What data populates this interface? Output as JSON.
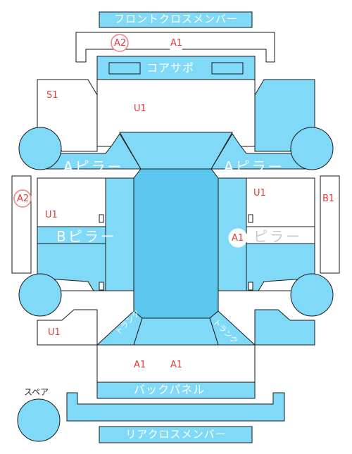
{
  "colors": {
    "panel_fill": "#7fd9f7",
    "panel_dark": "#5cc7ee",
    "outline": "#1a1a1a",
    "label_text": "#ffffff",
    "code_text": "#e23a3a",
    "marker_outline": "#f08080"
  },
  "parts": {
    "front_cross_member": "フロントクロスメンバー",
    "core_support": "コアサポ",
    "a_pillar_left": "Aピラー",
    "a_pillar_right": "Aピラー",
    "b_pillar_left": "Bピラー",
    "b_pillar_right": "ピラー",
    "back_panel": "バックパネル",
    "rear_cross_member": "リアクロスメンバー",
    "spare": "スペア",
    "trunk_left": "トランク",
    "trunk_right": "トランク"
  },
  "codes": {
    "front_a2": "A2",
    "front_a1": "A1",
    "s1": "S1",
    "hood_u1": "U1",
    "left_a2": "A2",
    "right_b1": "B1",
    "left_front_door_u1": "U1",
    "right_front_door_u1": "U1",
    "b_pillar_right_a1": "A1",
    "rear_left_u1": "U1",
    "trunk_a1_left": "A1",
    "trunk_a1_right": "A1"
  }
}
